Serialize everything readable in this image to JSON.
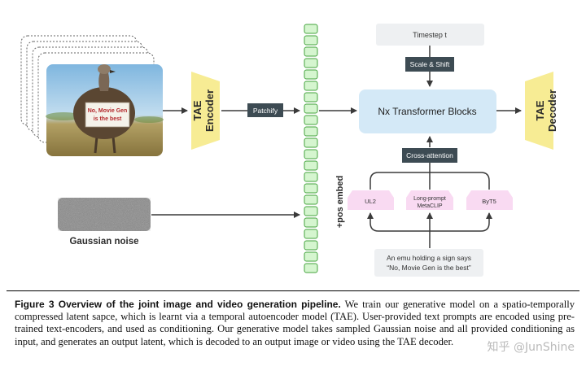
{
  "figure": {
    "sign_text": [
      "No, Movie Gen",
      "is the best"
    ],
    "tae_encoder_label": [
      "TAE",
      "Encoder"
    ],
    "tae_decoder_label": [
      "TAE",
      "Decoder"
    ],
    "patchify_label": "Patchify",
    "gaussian_noise_label": "Gaussian noise",
    "pos_embed_label": "+pos embed",
    "timestep_label": "Timestep t",
    "scale_shift_label": "Scale & Shift",
    "transformer_label": "Nx Transformer Blocks",
    "cross_attention_label": "Cross-attention",
    "encoders": {
      "ul2": "UL2",
      "metaclip": [
        "Long-prompt",
        "MetaCLIP"
      ],
      "byt5": "ByT5"
    },
    "prompt_text": [
      "An emu holding a sign says",
      "“No, Movie Gen is the best”"
    ],
    "token_count": 22,
    "colors": {
      "tae_yellow": "#f7ec94",
      "token_green": "#d5f5cf",
      "token_border": "#44a33d",
      "transformer_blue": "#d4e9f7",
      "dark_label": "#3d4b53",
      "encoder_pink": "#f9daf2",
      "prompt_gray": "#eef0f2"
    }
  },
  "caption": {
    "label": "Figure 3  Overview of the joint image and video generation pipeline.",
    "body": " We train our generative model on a spatio-temporally compressed latent sapce, which is learnt via a temporal autoencoder model (TAE). User-provided text prompts are encoded using pre-trained text-encoders, and used as conditioning. Our generative model takes sampled Gaussian noise and all provided conditioning as input, and generates an output latent, which is decoded to an output image or video using the TAE decoder."
  },
  "watermark": "知乎 @JunShine"
}
